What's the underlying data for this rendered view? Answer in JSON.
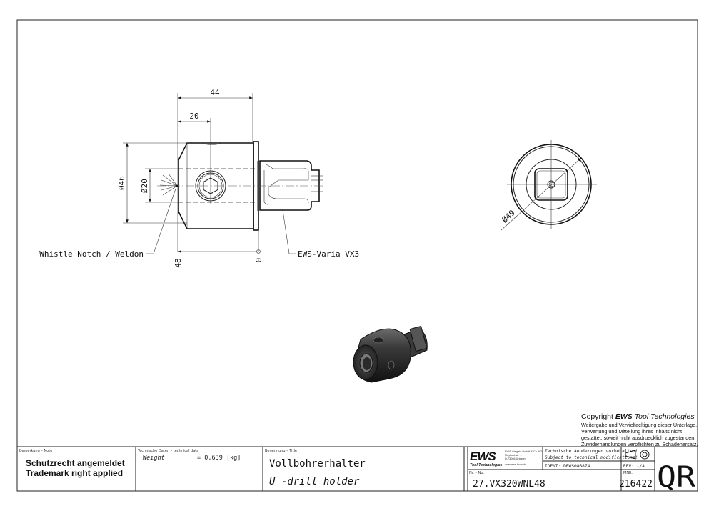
{
  "drawing": {
    "dimensions": {
      "length_total": "44",
      "length_screw": "20",
      "diameter_outer": "Ø46",
      "diameter_bore": "Ø20",
      "diameter_flange": "Ø49",
      "ordinate_left": "48",
      "ordinate_right": "0"
    },
    "callouts": {
      "whistle_notch": "Whistle Notch / Weldon",
      "interface": "EWS-Varia VX3"
    }
  },
  "copyright": {
    "prefix": "Copyright ",
    "brand": "EWS",
    "suffix": " Tool Technologies",
    "lines": [
      "Weitergabe und Vervielfaeltigung dieser Unterlage,",
      "Verwertung und Mitteilung ihres Inhalts nicht",
      "gestattet, soweit nicht ausdruecklich zugestanden.",
      "Zuwiderhandlungen verpflichten zu Schadenersatz."
    ]
  },
  "title_block": {
    "note_label": "Bemerkung – Note",
    "note_lines": [
      "Schutzrecht angemeldet",
      "Trademark right applied"
    ],
    "tech_label": "Technische Daten – technical data",
    "weight_label": "Weight",
    "weight_value": "=  0.639 [kg]",
    "title_label": "Benennung – Title",
    "title_de": "Vollbohrerhalter",
    "title_en": "U -drill holder",
    "logo_text": "EWS",
    "logo_sub": "Tool Technologies",
    "company_lines": [
      "EWS Weigele GmbH & Co. KG",
      "Maybachstr. 1",
      "D-73066 Uhingen",
      "www.ews-tools.de"
    ],
    "change_notice_de": "Technische Aenderungen vorbehalten!",
    "change_notice_en": "Subject to technical modifications!",
    "ident": "IDENT:  DEWS086874",
    "rev": "REV:  -/A",
    "nr_label": "Nr. – No.",
    "nr_value": "27.VX320WNL48",
    "mnr_label": "MNR.",
    "mnr_value": "216422",
    "qr": "QR"
  }
}
